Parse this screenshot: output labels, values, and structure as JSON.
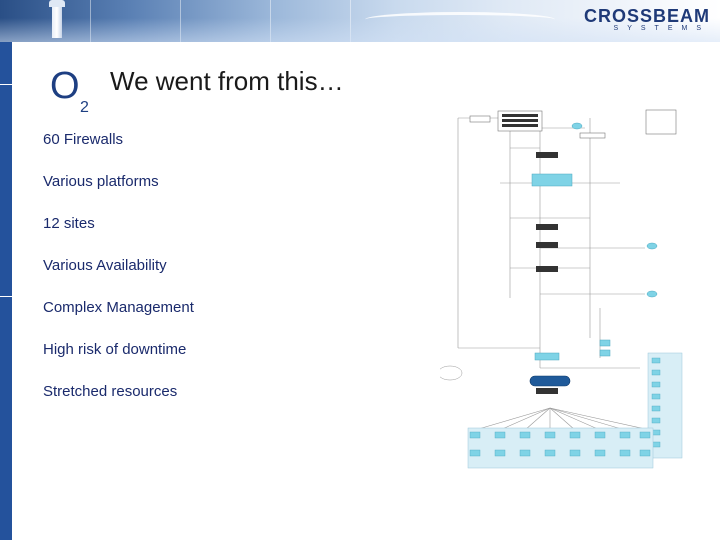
{
  "header": {
    "logo_word": "CROSSBEAM",
    "logo_sub": "SYSTEMS"
  },
  "slide": {
    "title": "We went from this…",
    "logo": {
      "main": "O",
      "sub": "2"
    },
    "bullets": [
      "60 Firewalls",
      "Various platforms",
      "12 sites",
      "Various Availability",
      "Complex Management",
      "High risk of downtime",
      "Stretched resources"
    ]
  },
  "colors": {
    "brand_blue": "#24529c",
    "text_blue": "#1a2a6c",
    "diagram_teal": "#7fd3e6"
  }
}
